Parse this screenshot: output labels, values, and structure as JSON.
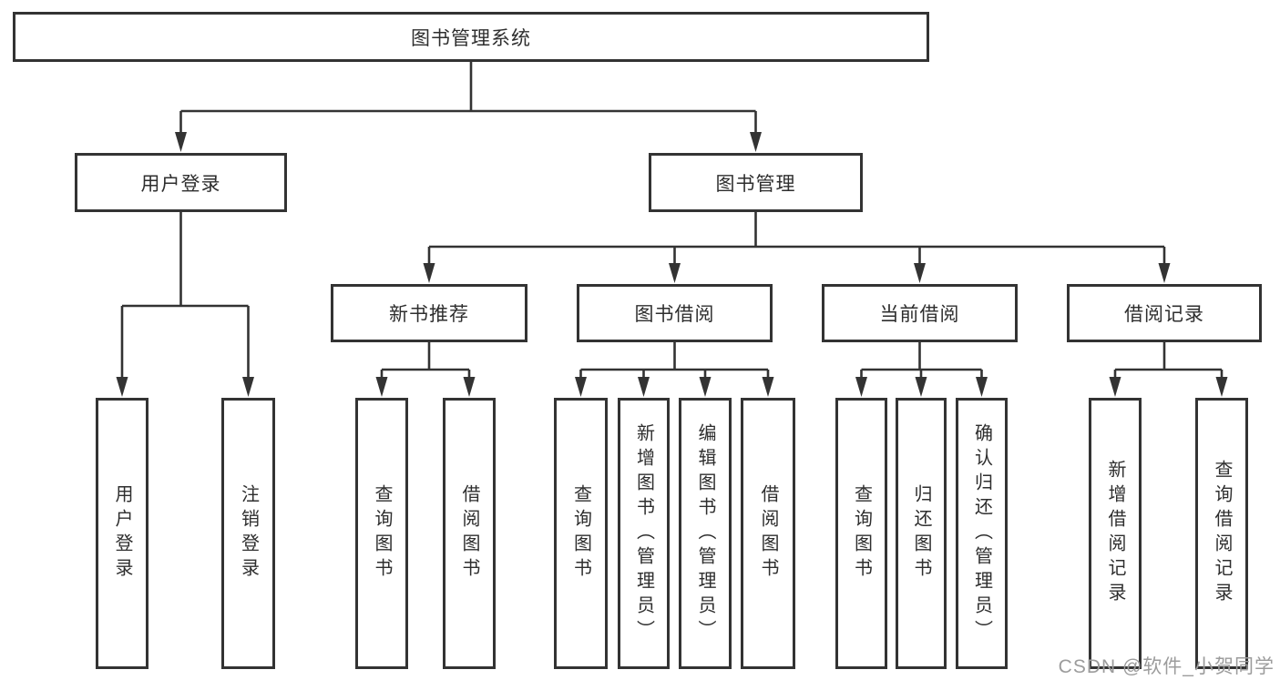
{
  "tree": {
    "root": "图书管理系统",
    "user_branch": {
      "label": "用户登录",
      "children": [
        "用户登录",
        "注销登录"
      ]
    },
    "book_branch": {
      "label": "图书管理",
      "groups": [
        {
          "label": "新书推荐",
          "children": [
            "查询图书",
            "借阅图书"
          ]
        },
        {
          "label": "图书借阅",
          "children": [
            "查询图书",
            "新增图书（管理员）",
            "编辑图书（管理员）",
            "借阅图书"
          ]
        },
        {
          "label": "当前借阅",
          "children": [
            "查询图书",
            "归还图书",
            "确认归还（管理员）"
          ]
        },
        {
          "label": "借阅记录",
          "children": [
            "新增借阅记录",
            "查询借阅记录"
          ]
        }
      ]
    }
  },
  "watermark": "CSDN @软件_小贺同学",
  "colors": {
    "line": "#333333",
    "text": "#2e2e2e",
    "watermark": "#9c9c9c",
    "background": "#ffffff"
  }
}
